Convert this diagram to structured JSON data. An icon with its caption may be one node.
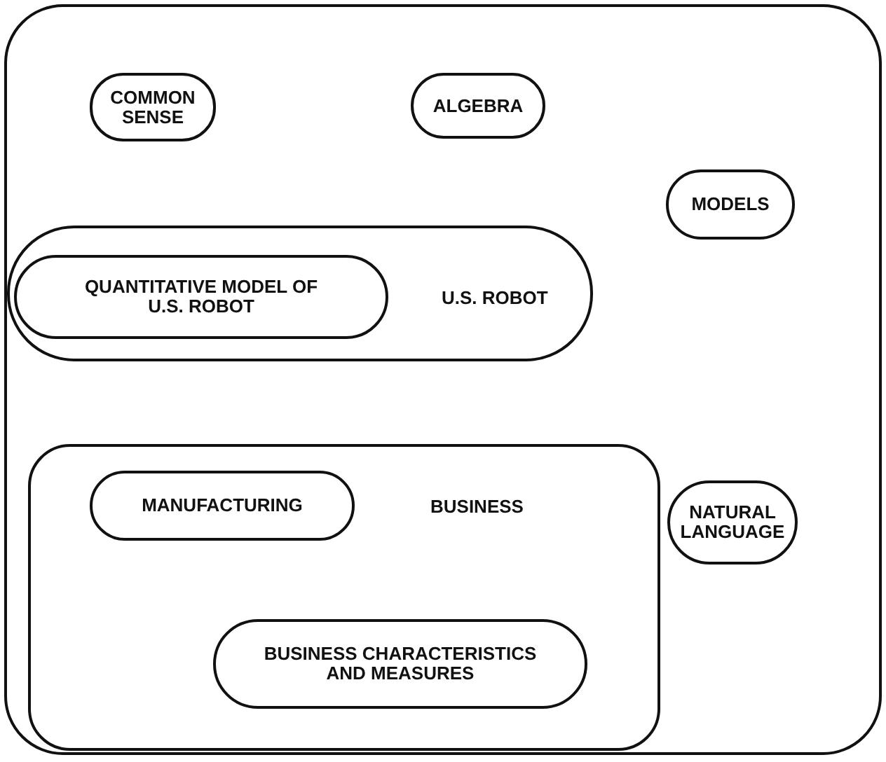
{
  "diagram": {
    "nodes": [
      {
        "text": [],
        "shape": "box"
      },
      {
        "text": [
          "COMMON SENSE"
        ],
        "in": 0
      },
      {
        "text": [
          "ALGEBRA"
        ],
        "in": 0
      },
      {
        "text": [
          "MODELS"
        ],
        "in": 0
      },
      {
        "text": [
          "U.S. ROBOT"
        ],
        "in": 0
      },
      {
        "text": [
          "QUANTITATIVE MODEL OF U.S. ROBOT"
        ],
        "in": 4
      },
      {
        "text": [
          "BUSINESS"
        ],
        "in": 0
      },
      {
        "text": [
          "MANUFACTURING"
        ],
        "in": 6
      },
      {
        "text": [
          "BUSINESS CHARACTERISTICS AND MEASURES"
        ],
        "in": 6
      },
      {
        "text": [
          "NATURAL LANGUAGE"
        ],
        "in": 0
      }
    ]
  }
}
